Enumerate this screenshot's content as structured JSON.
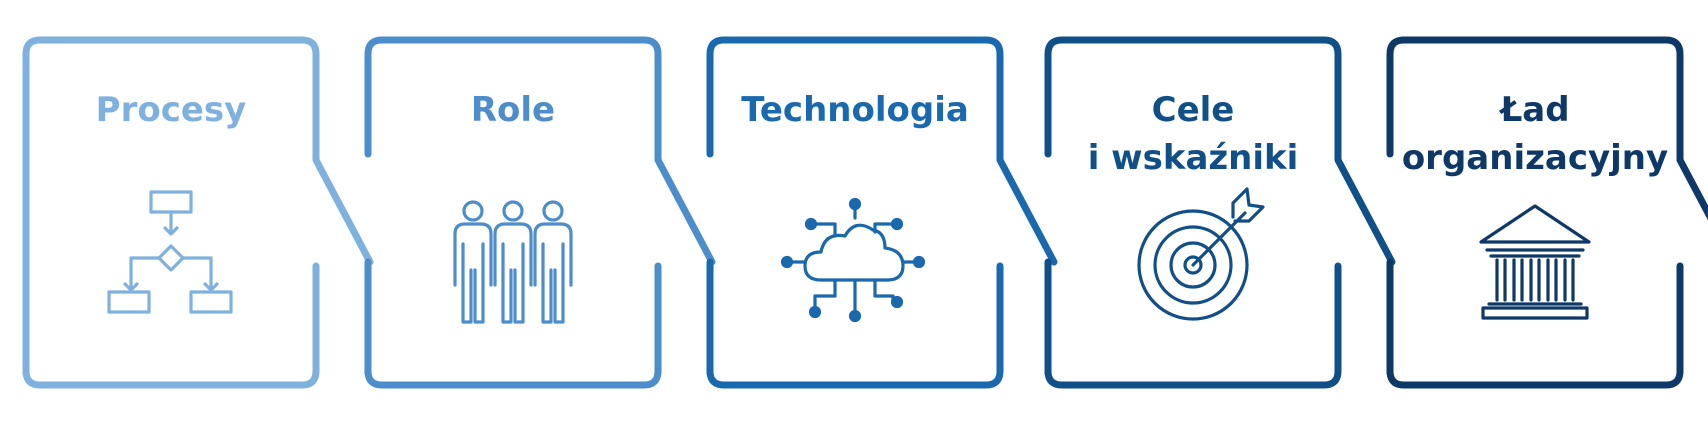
{
  "panels": [
    {
      "title_lines": [
        "Procesy"
      ],
      "icon": "flowchart-icon",
      "color": "#7FB1DE"
    },
    {
      "title_lines": [
        "Role"
      ],
      "icon": "people-group-icon",
      "color": "#4D8DCB"
    },
    {
      "title_lines": [
        "Technologia"
      ],
      "icon": "cloud-network-icon",
      "color": "#1A68AD"
    },
    {
      "title_lines": [
        "Cele",
        "i wskaźniki"
      ],
      "icon": "target-arrow-icon",
      "color": "#114F89"
    },
    {
      "title_lines": [
        "Ład",
        "organizacyjny"
      ],
      "icon": "institution-building-icon",
      "color": "#0D3868"
    }
  ]
}
